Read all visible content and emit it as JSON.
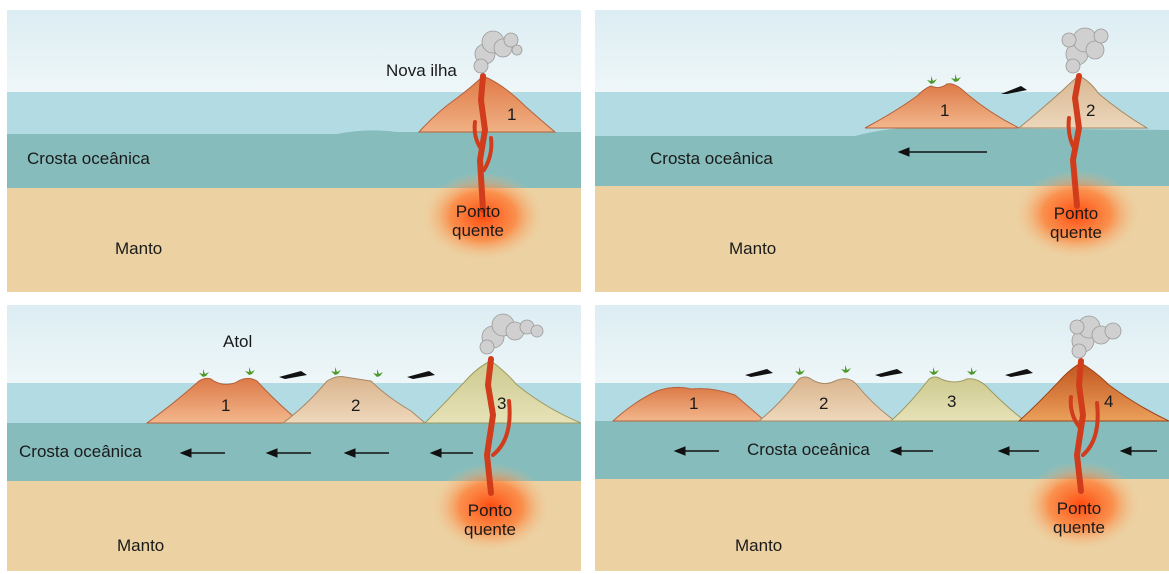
{
  "colors": {
    "sky_top": "#dfeff5",
    "sea": "#aed8e2",
    "crust": "#7fb7b6",
    "mantle": "#edd3a4",
    "magma": "#d9401a",
    "hotspot": "#ff5a1c",
    "palm": "#4d9a2b"
  },
  "panels": [
    {
      "label_new_island": "Nova ilha",
      "label_crust": "Crosta oceânica",
      "label_mantle": "Manto",
      "label_hotspot_line1": "Ponto",
      "label_hotspot_line2": "quente",
      "islands": [
        "1"
      ]
    },
    {
      "label_crust": "Crosta oceânica",
      "label_mantle": "Manto",
      "label_hotspot_line1": "Ponto",
      "label_hotspot_line2": "quente",
      "islands": [
        "1",
        "2"
      ]
    },
    {
      "label_atoll": "Atol",
      "label_crust": "Crosta oceânica",
      "label_mantle": "Manto",
      "label_hotspot_line1": "Ponto",
      "label_hotspot_line2": "quente",
      "islands": [
        "1",
        "2",
        "3"
      ]
    },
    {
      "label_crust": "Crosta oceânica",
      "label_mantle": "Manto",
      "label_hotspot_line1": "Ponto",
      "label_hotspot_line2": "quente",
      "islands": [
        "1",
        "2",
        "3",
        "4"
      ]
    }
  ]
}
